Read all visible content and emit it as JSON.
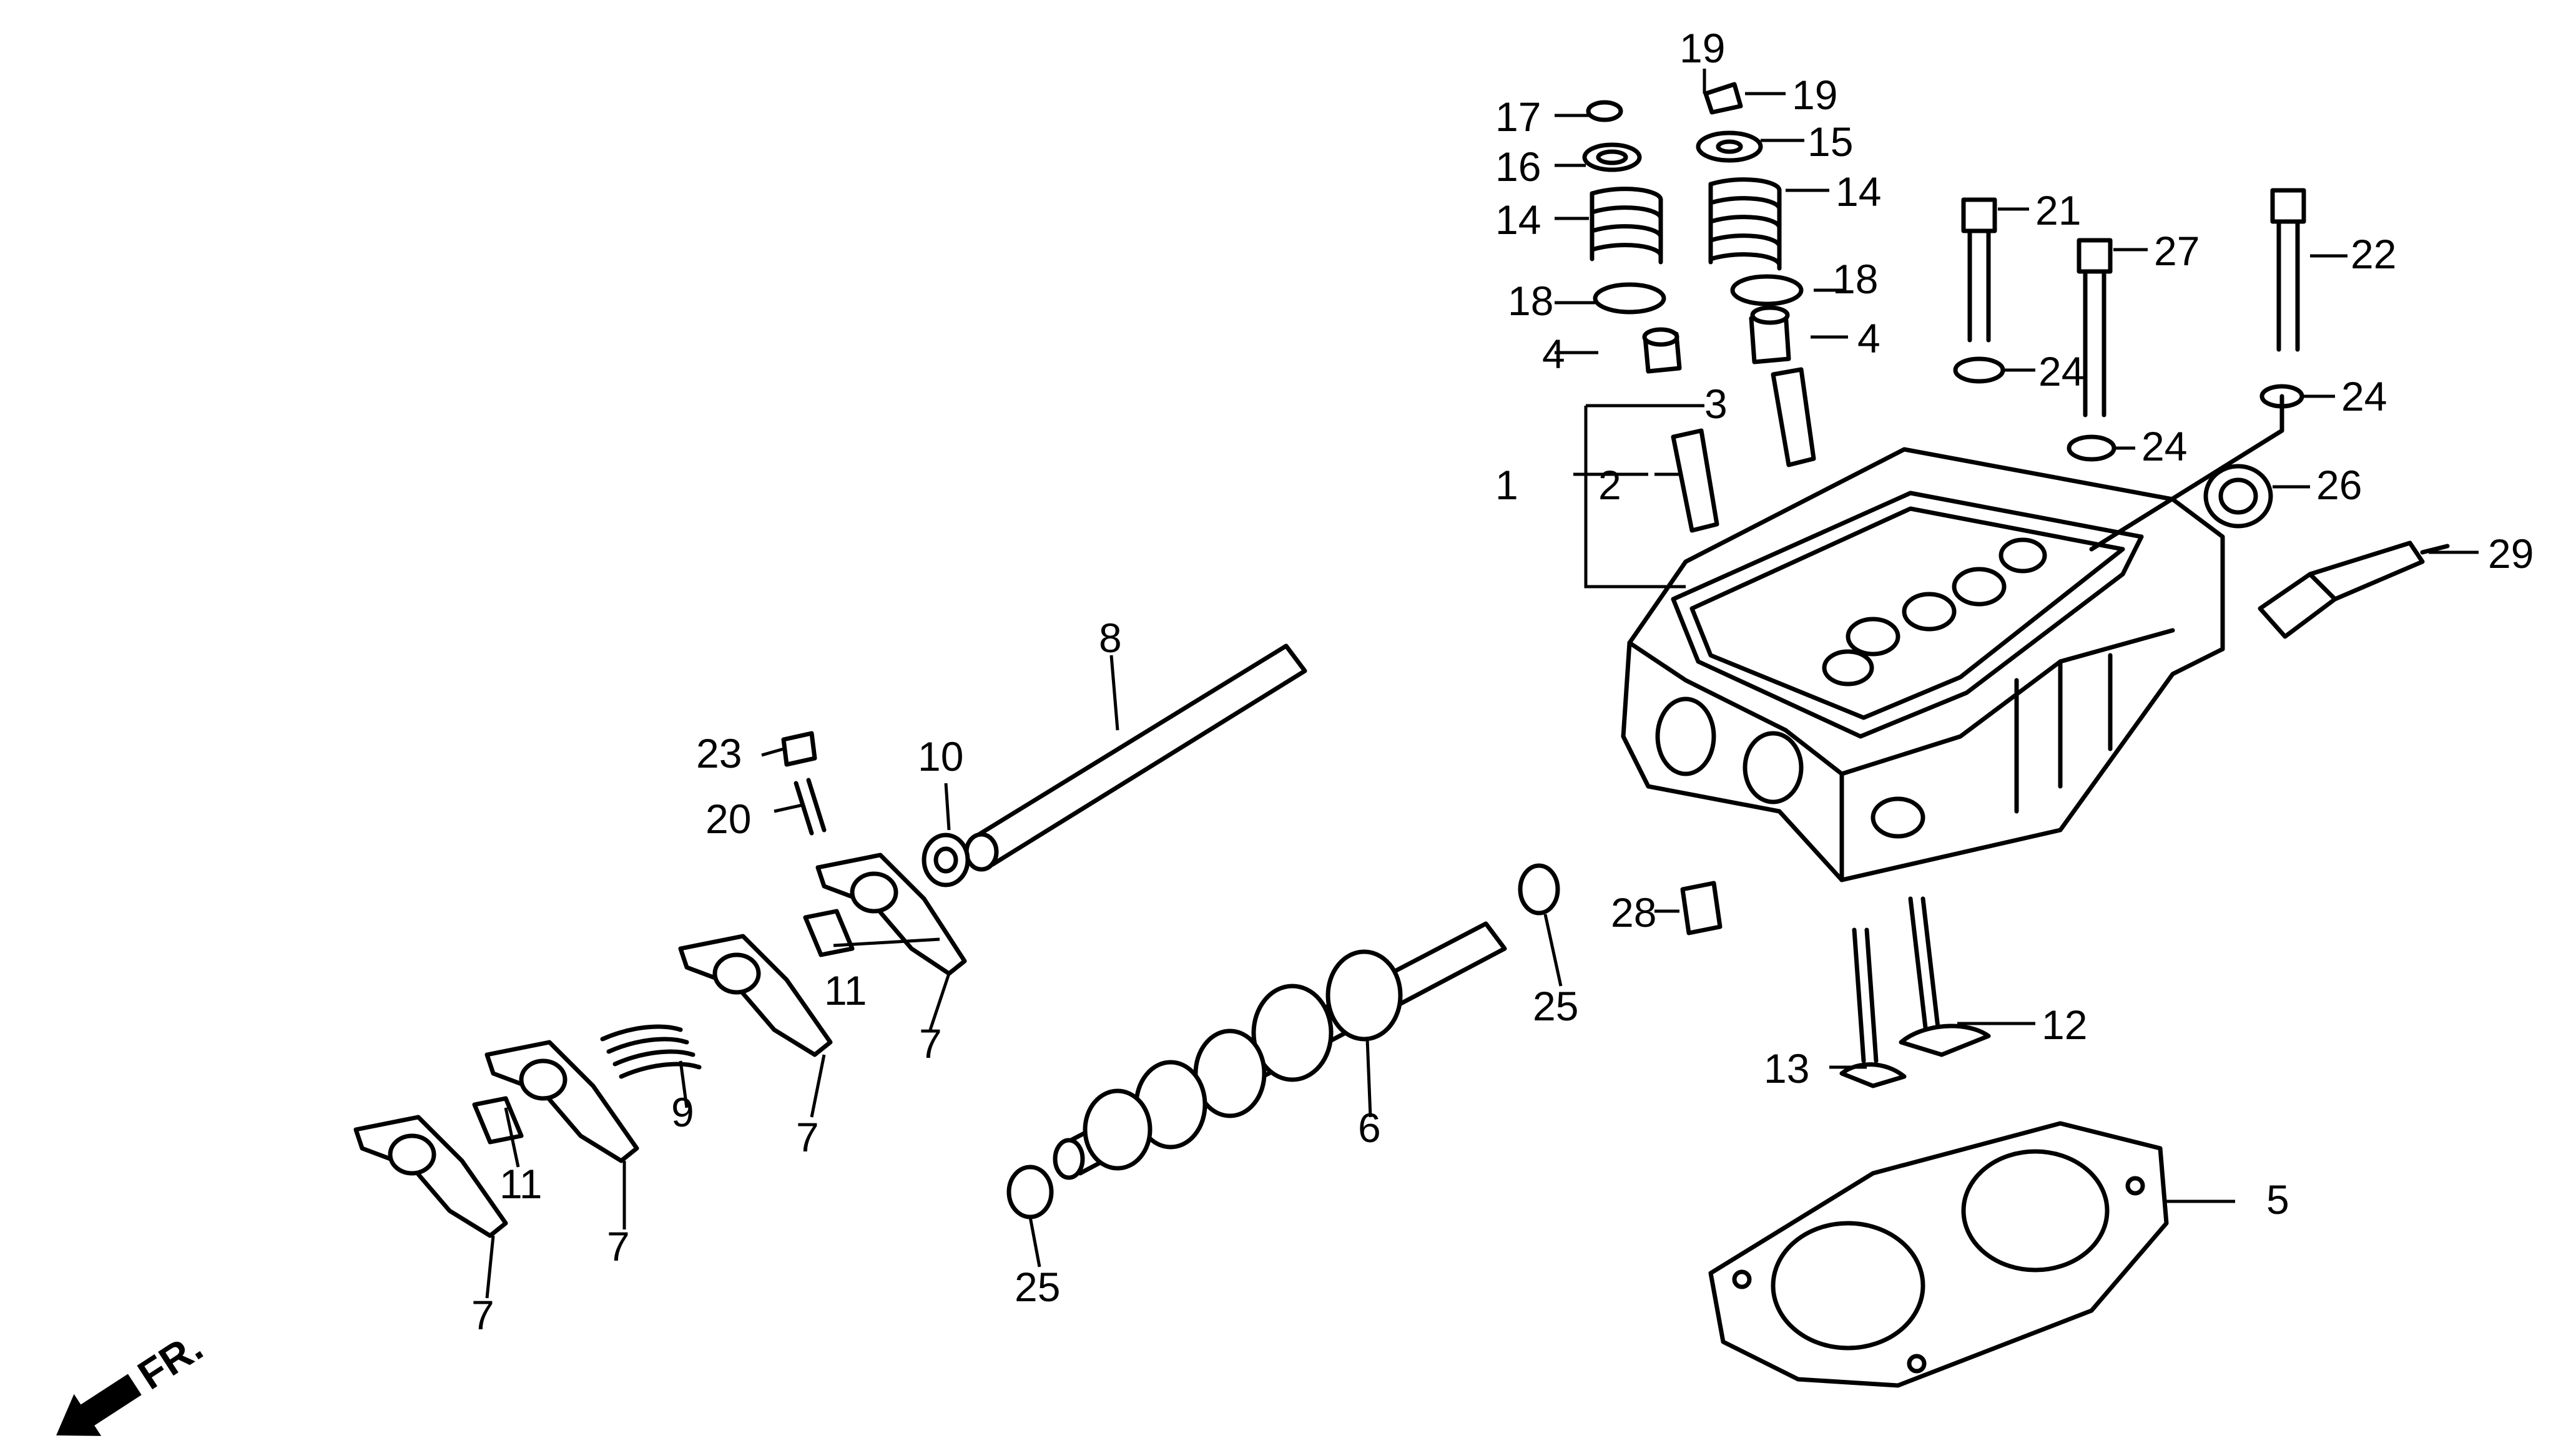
{
  "figure": {
    "title": "Cylinder head exploded view",
    "direction_marker": "FR.",
    "callouts": [
      {
        "id": "c1",
        "text": "1"
      },
      {
        "id": "c2",
        "text": "2"
      },
      {
        "id": "c3",
        "text": "3"
      },
      {
        "id": "c4a",
        "text": "4"
      },
      {
        "id": "c4b",
        "text": "4"
      },
      {
        "id": "c5",
        "text": "5"
      },
      {
        "id": "c6",
        "text": "6"
      },
      {
        "id": "c7a",
        "text": "7"
      },
      {
        "id": "c7b",
        "text": "7"
      },
      {
        "id": "c7c",
        "text": "7"
      },
      {
        "id": "c7d",
        "text": "7"
      },
      {
        "id": "c8",
        "text": "8"
      },
      {
        "id": "c9",
        "text": "9"
      },
      {
        "id": "c10",
        "text": "10"
      },
      {
        "id": "c11a",
        "text": "11"
      },
      {
        "id": "c11b",
        "text": "11"
      },
      {
        "id": "c12",
        "text": "12"
      },
      {
        "id": "c13",
        "text": "13"
      },
      {
        "id": "c14a",
        "text": "14"
      },
      {
        "id": "c14b",
        "text": "14"
      },
      {
        "id": "c15",
        "text": "15"
      },
      {
        "id": "c16",
        "text": "16"
      },
      {
        "id": "c17",
        "text": "17"
      },
      {
        "id": "c18a",
        "text": "18"
      },
      {
        "id": "c18b",
        "text": "18"
      },
      {
        "id": "c19a",
        "text": "19"
      },
      {
        "id": "c19b",
        "text": "19"
      },
      {
        "id": "c20",
        "text": "20"
      },
      {
        "id": "c21",
        "text": "21"
      },
      {
        "id": "c22",
        "text": "22"
      },
      {
        "id": "c23",
        "text": "23"
      },
      {
        "id": "c24a",
        "text": "24"
      },
      {
        "id": "c24b",
        "text": "24"
      },
      {
        "id": "c24c",
        "text": "24"
      },
      {
        "id": "c25a",
        "text": "25"
      },
      {
        "id": "c25b",
        "text": "25"
      },
      {
        "id": "c26",
        "text": "26"
      },
      {
        "id": "c27",
        "text": "27"
      },
      {
        "id": "c28",
        "text": "28"
      },
      {
        "id": "c29",
        "text": "29"
      }
    ]
  }
}
